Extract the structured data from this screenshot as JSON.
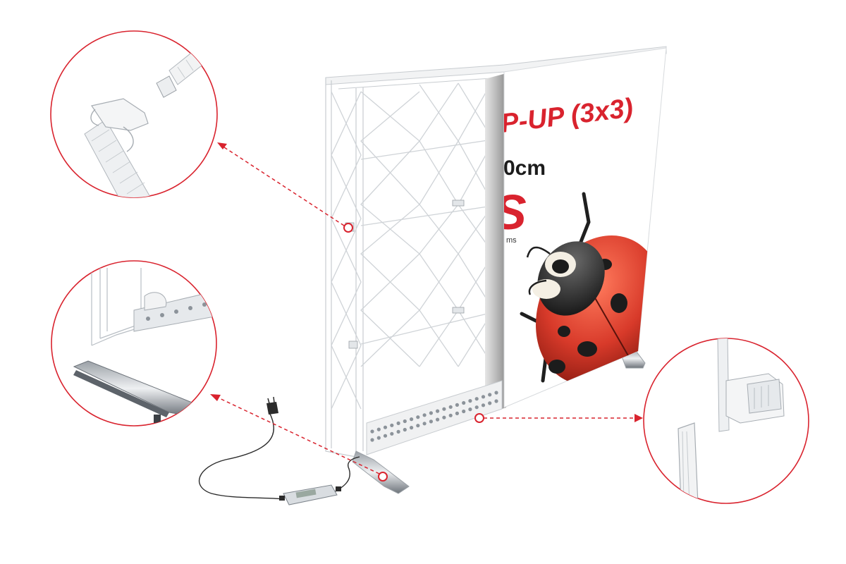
{
  "banner": {
    "headline": "P-UP (3x3)",
    "size_text": "0cm",
    "brand_fragment": "S",
    "tagline_fragment": "ms"
  },
  "colors": {
    "accent": "#d9232e",
    "frame": "#b8bec4",
    "outline": "#c8ccd0",
    "ladybug_red": "#d83a2a",
    "ladybug_dark": "#2b2b2b"
  },
  "callouts": [
    {
      "id": "top-connector",
      "icon": "connector-clip-icon"
    },
    {
      "id": "base-foot",
      "icon": "base-foot-icon"
    },
    {
      "id": "fabric-edge-profile",
      "icon": "edge-profile-icon"
    }
  ]
}
